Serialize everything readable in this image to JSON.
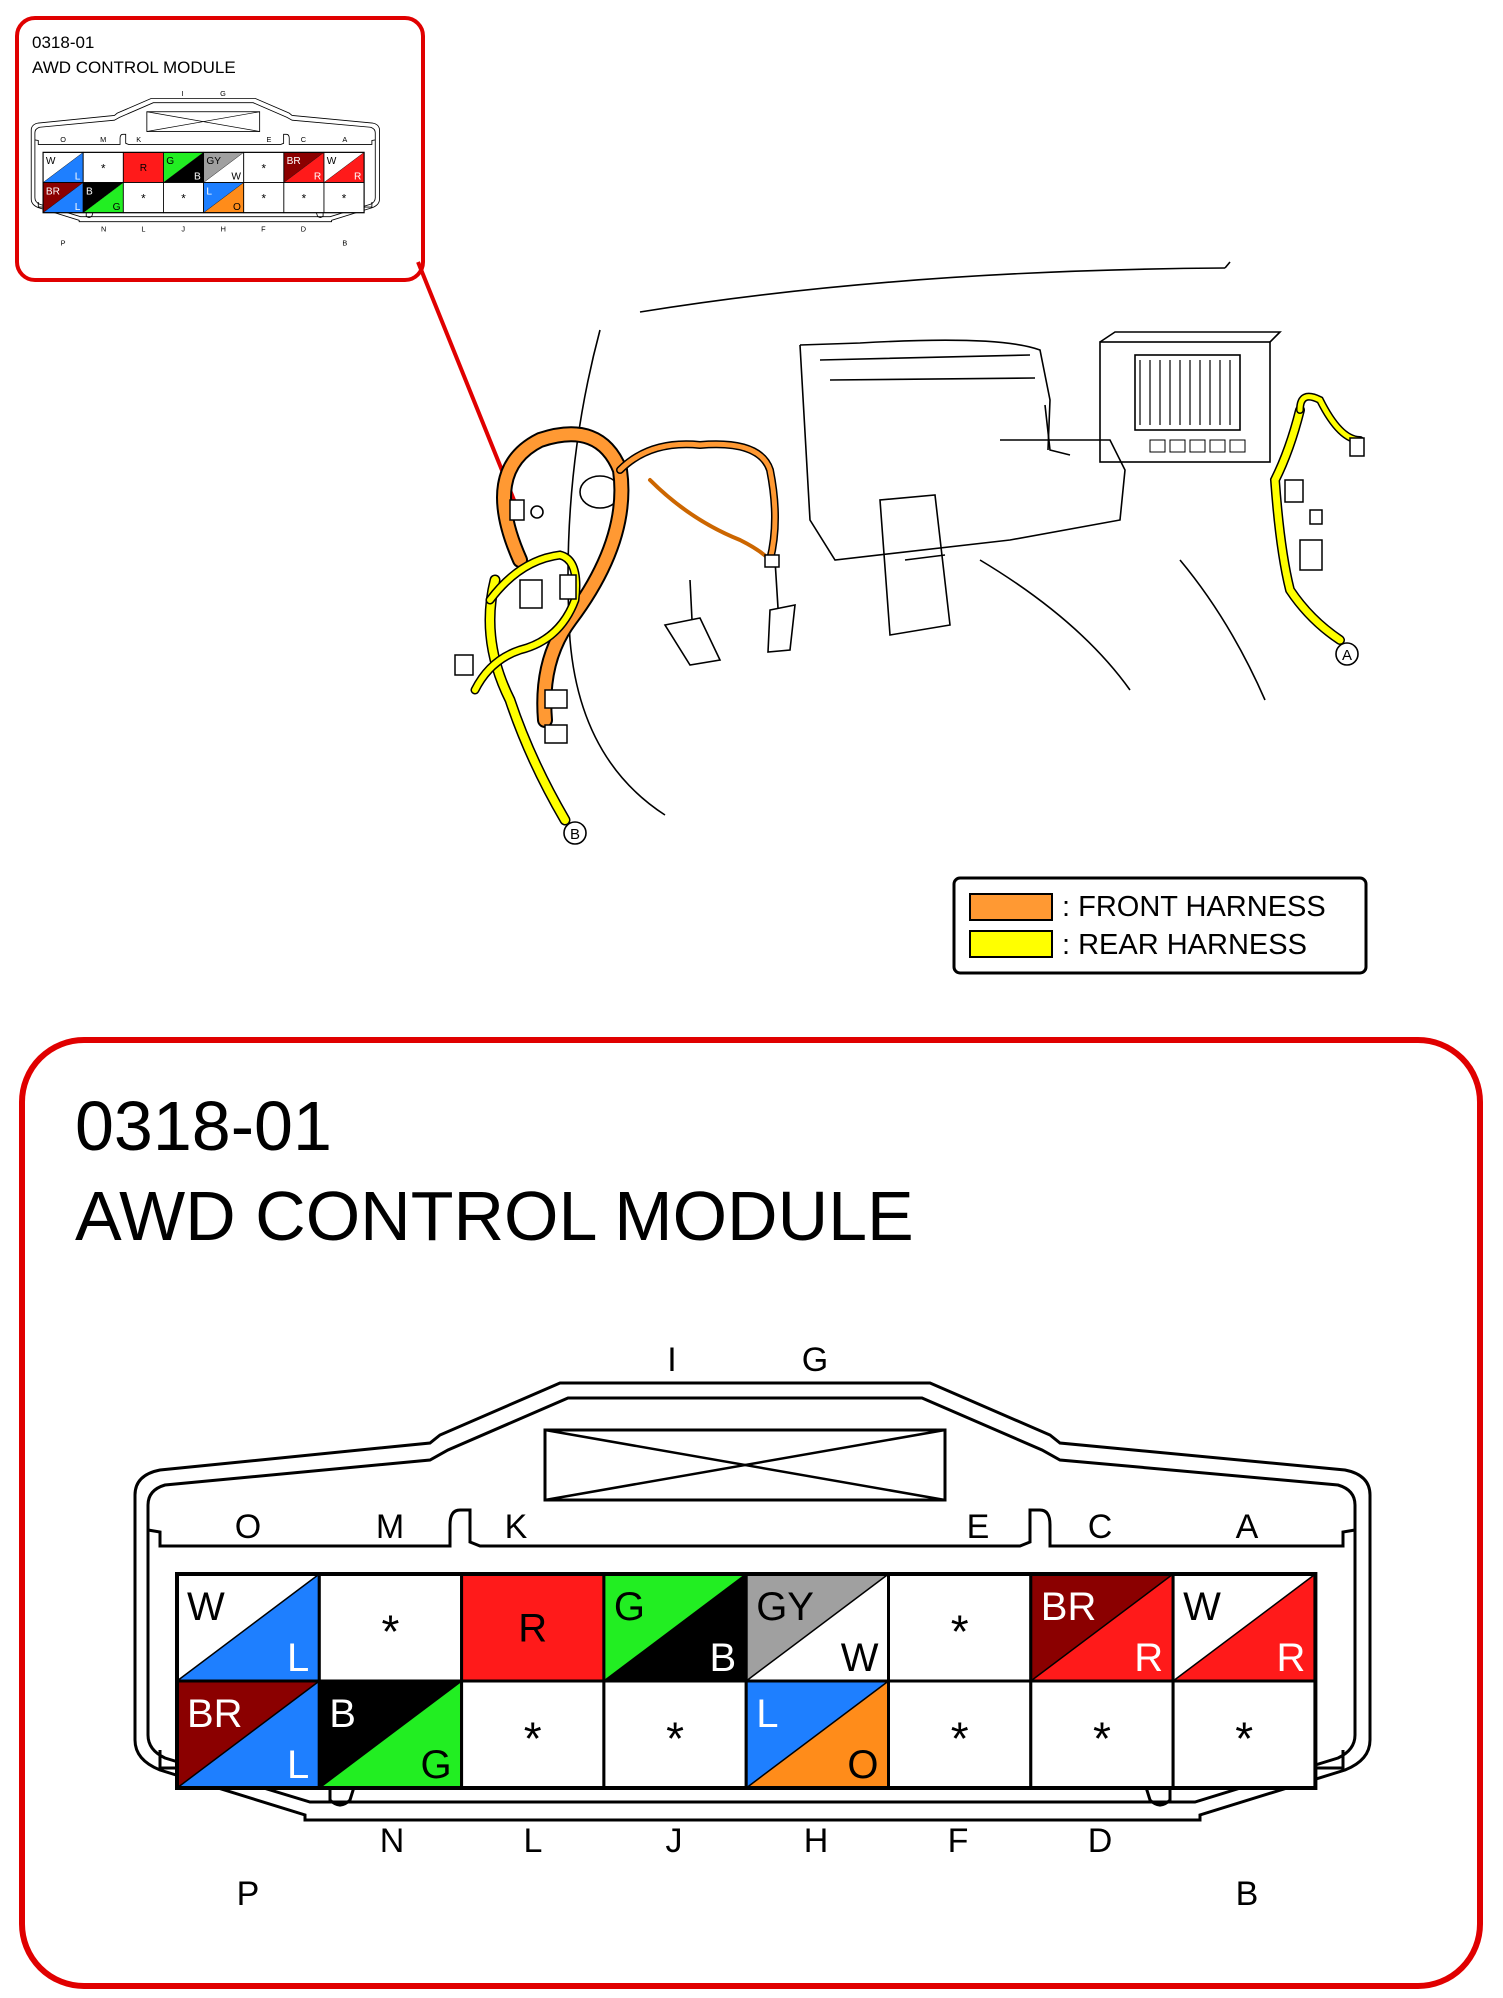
{
  "connector_code": "0318-01",
  "connector_name": "AWD CONTROL MODULE",
  "legend": [
    {
      "label": ": FRONT HARNESS",
      "color": "#ff9933"
    },
    {
      "label": ": REAR HARNESS",
      "color": "#ffff00"
    }
  ],
  "markers": [
    "A",
    "B"
  ],
  "top_labels": [
    "I",
    "G"
  ],
  "row_labels_top": [
    "O",
    "M",
    "K",
    "E",
    "C",
    "A"
  ],
  "row_labels_bottom": [
    "N",
    "L",
    "J",
    "H",
    "F",
    "D"
  ],
  "corner_labels": [
    "P",
    "B"
  ],
  "unused_symbol": "*",
  "colors": {
    "W": "#ffffff",
    "L": "#1e7fff",
    "R": "#ff1a1a",
    "G": "#22ee22",
    "B": "#000000",
    "GY": "#a0a0a0",
    "BR": "#8b0000",
    "O": "#ff8c1a"
  },
  "pins_row1": [
    {
      "top": "W",
      "bottom": "L"
    },
    {
      "unused": true
    },
    {
      "solid": "R"
    },
    {
      "top": "G",
      "bottom": "B"
    },
    {
      "top": "GY",
      "bottom": "W"
    },
    {
      "unused": true
    },
    {
      "top": "BR",
      "bottom": "R"
    },
    {
      "top": "W",
      "bottom": "R"
    }
  ],
  "pins_row2": [
    {
      "top": "BR",
      "bottom": "L"
    },
    {
      "top": "B",
      "bottom": "G"
    },
    {
      "unused": true
    },
    {
      "unused": true
    },
    {
      "top": "L",
      "bottom": "O"
    },
    {
      "unused": true
    },
    {
      "unused": true
    },
    {
      "unused": true
    }
  ]
}
